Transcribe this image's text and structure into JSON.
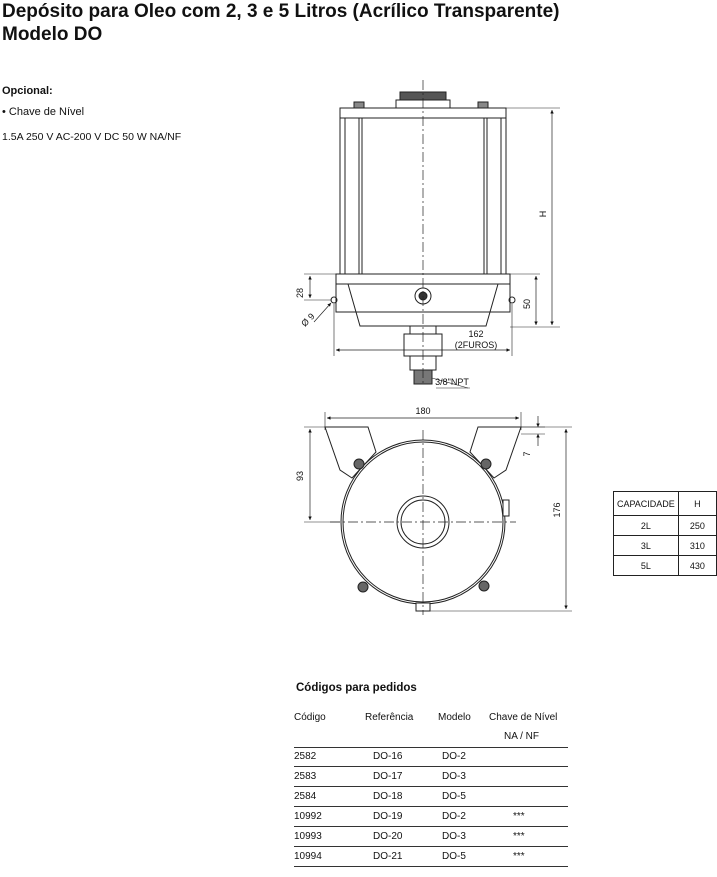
{
  "title_line1": "Depósito para Oleo com 2, 3 e 5 Litros (Acrílico Transparente)",
  "title_line2": "Modelo DO",
  "optional": {
    "heading": "Opcional:",
    "item": "• Chave de Nível",
    "spec": "1.5A 250 V AC-200 V DC 50 W NA/NF"
  },
  "dimensions": {
    "height_label": "H",
    "d28": "28",
    "d9": "Ø 9",
    "d50": "50",
    "d162": "162",
    "furos": "(2FUROS)",
    "npt": "3/8\"NPT",
    "d180": "180",
    "d7": "7",
    "d93": "93",
    "d176": "176"
  },
  "capacity_table": {
    "headers": [
      "CAPACIDADE",
      "H"
    ],
    "rows": [
      [
        "2L",
        "250"
      ],
      [
        "3L",
        "310"
      ],
      [
        "5L",
        "430"
      ]
    ]
  },
  "order_codes": {
    "title": "Códigos para pedidos",
    "headers": [
      "Código",
      "Referência",
      "Modelo",
      "Chave de Nível",
      "NA / NF"
    ],
    "rows": [
      [
        "2582",
        "DO-16",
        "DO-2",
        ""
      ],
      [
        "2583",
        "DO-17",
        "DO-3",
        ""
      ],
      [
        "2584",
        "DO-18",
        "DO-5",
        ""
      ],
      [
        "10992",
        "DO-19",
        "DO-2",
        "***"
      ],
      [
        "10993",
        "DO-20",
        "DO-3",
        "***"
      ],
      [
        "10994",
        "DO-21",
        "DO-5",
        "***"
      ]
    ]
  }
}
